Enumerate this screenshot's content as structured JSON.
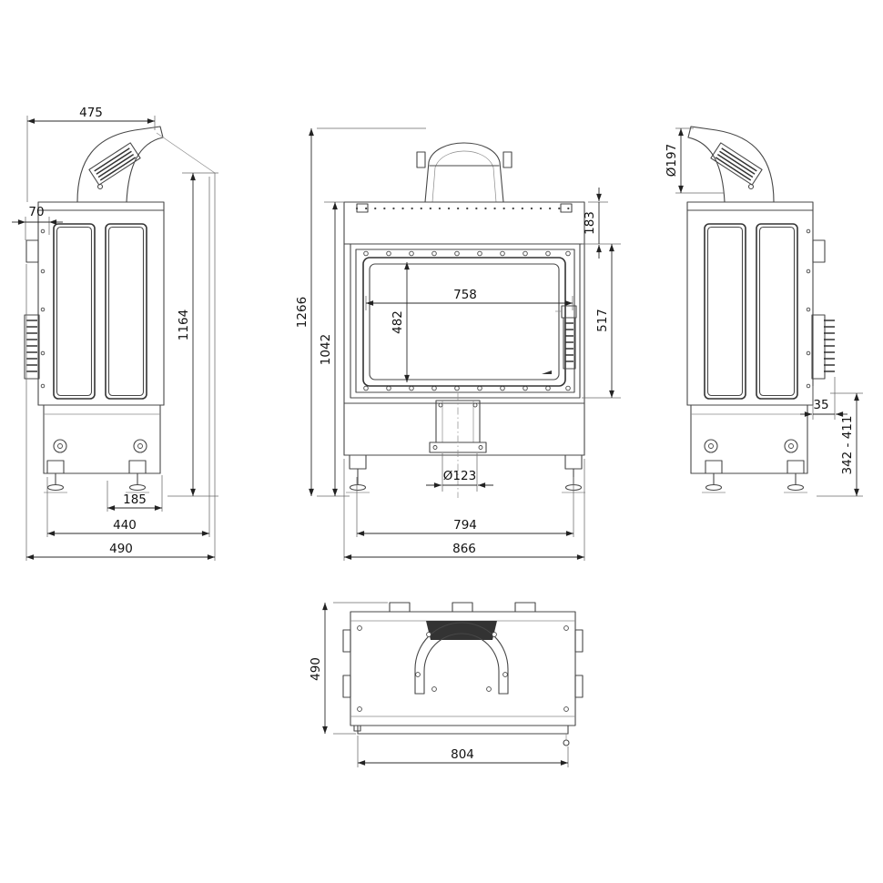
{
  "drawing": {
    "kind": "fireplace-insert-technical-drawing",
    "units": "mm",
    "views": {
      "side_left": {
        "label": "left-side-view",
        "dims": {
          "depth_top": "475",
          "front_offset": "70",
          "height_body": "1164",
          "feet_spacing": "185",
          "depth_body": "440",
          "depth_total": "490"
        }
      },
      "front": {
        "label": "front-view",
        "dims": {
          "height_total": "1266",
          "height_body": "1042",
          "top_panel_height": "183",
          "glass_width": "758",
          "glass_height": "482",
          "door_height": "517",
          "duct_diameter": "Ø123",
          "width_inner": "794",
          "width_total": "866"
        }
      },
      "side_right": {
        "label": "right-side-view",
        "dims": {
          "flue_diameter": "Ø197",
          "bracket_offset": "35",
          "height_range": "342 - 411"
        }
      },
      "top": {
        "label": "top-view",
        "dims": {
          "depth": "490",
          "width": "804"
        }
      }
    }
  }
}
